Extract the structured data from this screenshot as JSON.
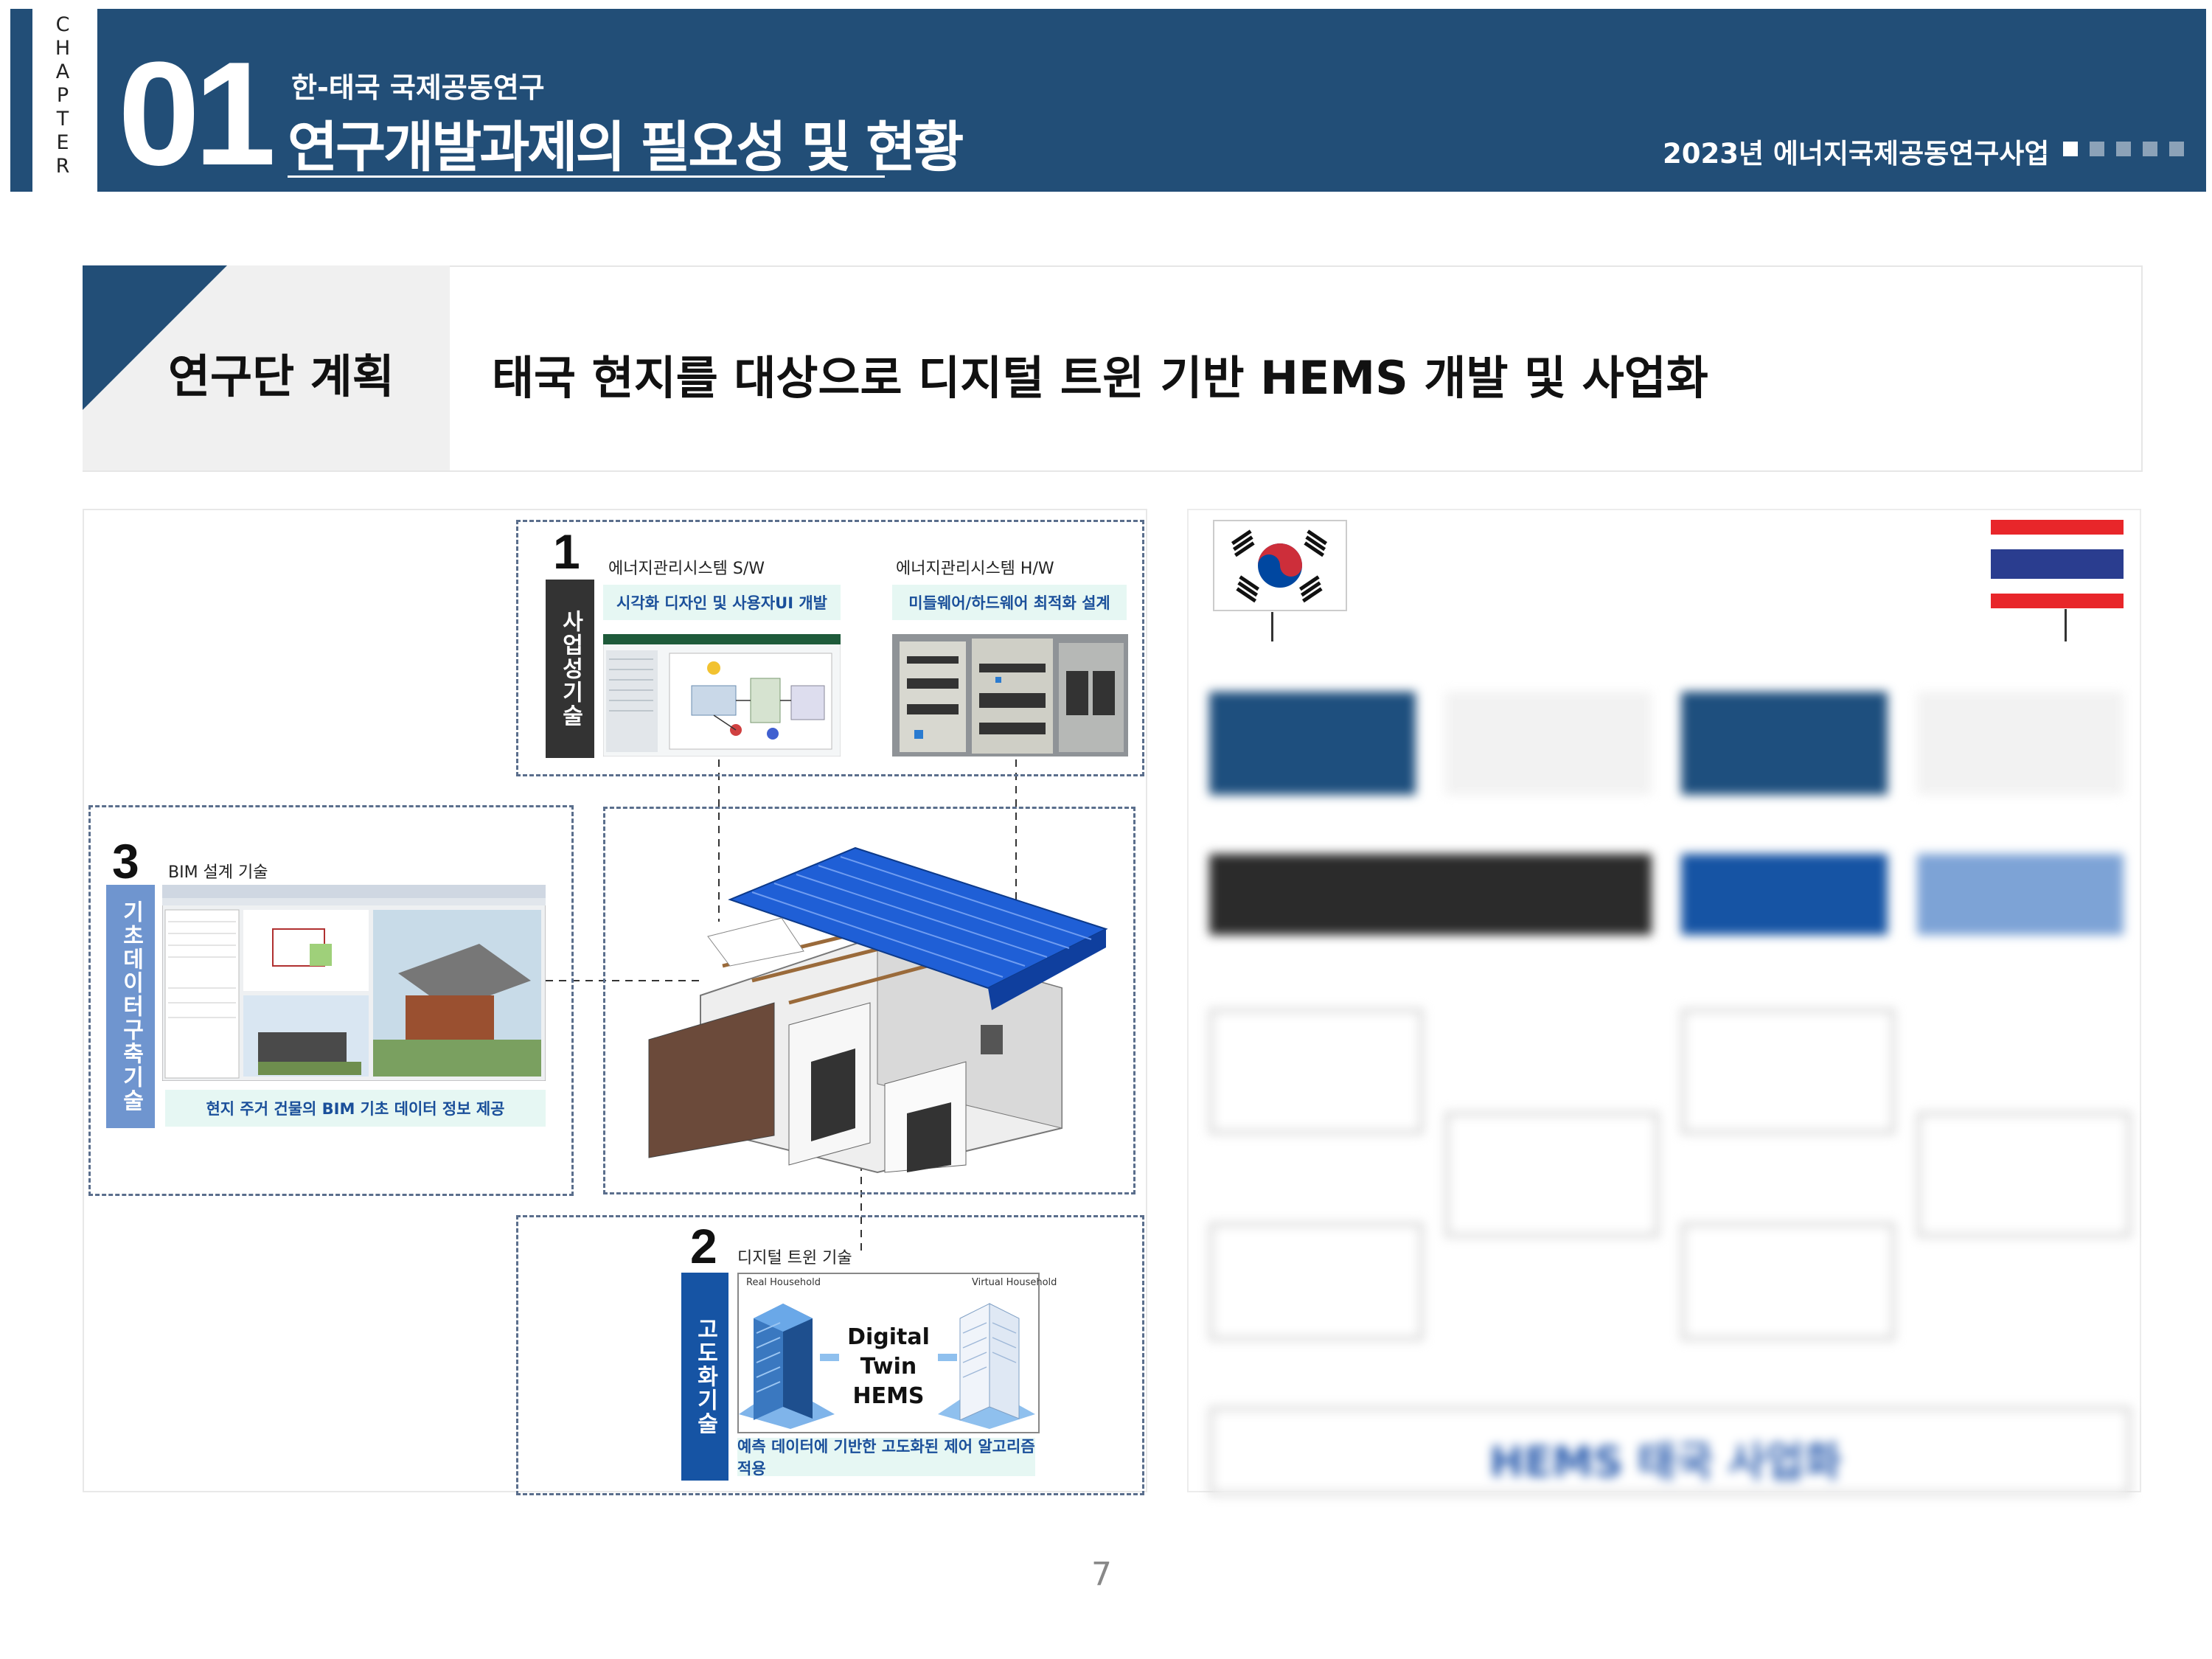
{
  "header": {
    "chapter_letters": [
      "C",
      "H",
      "A",
      "P",
      "T",
      "E",
      "R"
    ],
    "chapter_number": "01",
    "subtitle": "한-태국 국제공동연구",
    "title": "연구개발과제의 필요성 및 현황",
    "program": "2023년 에너지국제공동연구사업",
    "page_indicator": {
      "total": 5,
      "active": 1
    }
  },
  "plan": {
    "label": "연구단 계획",
    "text": "태국 현지를 대상으로 디지털 트윈 기반 HEMS 개발 및 사업화"
  },
  "left_diagram": {
    "tech1": {
      "number": "1",
      "tag": "사업성기술",
      "sw_caption": "에너지관리시스템 S/W",
      "sw_label": "시각화 디자인 및 사용자UI 개발",
      "hw_caption": "에너지관리시스템 H/W",
      "hw_label": "미들웨어/하드웨어 최적화 설계"
    },
    "tech2": {
      "number": "2",
      "caption": "디지털 트윈 기술",
      "tag": "고도화기술",
      "real_label": "Real Household",
      "virtual_label": "Virtual Household",
      "center_line1": "Digital Twin",
      "center_line2": "HEMS",
      "bottom_label": "예측 데이터에 기반한 고도화된 제어 알고리즘 적용"
    },
    "tech3": {
      "number": "3",
      "caption": "BIM 설계 기술",
      "tag": "기초데이터구축기술",
      "bottom_label": "현지 주거 건물의 BIM 기초 데이터 정보 제공"
    }
  },
  "right_diagram": {
    "bottom_text": "HEMS 태국 사업화"
  },
  "colors": {
    "header_bg": "#224e77",
    "tag_dark": "#333333",
    "tag_blue": "#1654a4",
    "tag_light_blue": "#6f95cf",
    "mint": "#e6f7f3",
    "roof_blue": "#1f5fd6"
  },
  "page_number": "7"
}
